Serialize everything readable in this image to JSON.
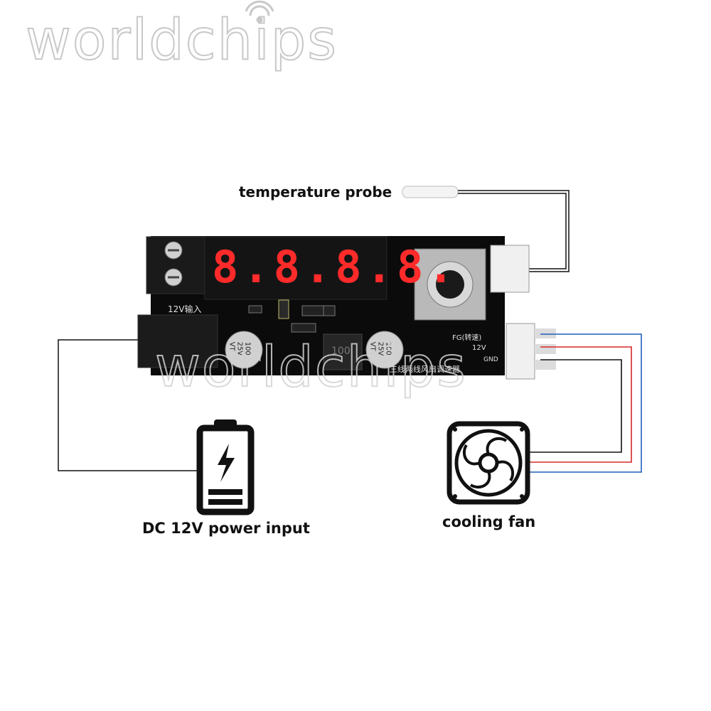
{
  "watermark": {
    "brand": "worldchips"
  },
  "labels": {
    "probe": "temperature probe",
    "power": "DC 12V power input",
    "fan": "cooling fan"
  },
  "board": {
    "display": "8.8.8.8.",
    "power_label": "12V输入",
    "fg_label": "FG(转速)",
    "v12_label": "12V",
    "gnd_label": "GND",
    "cap_left": [
      "100",
      "25V",
      "VT"
    ],
    "cap_right": [
      "100",
      "25V",
      "VT"
    ],
    "inductor": "100",
    "bottom_text": "三线两线风扇调速器"
  },
  "colors": {
    "wire_black": "#111111",
    "wire_red": "#d62828",
    "wire_blue": "#1f5fbf",
    "pcb": "#0a0a0a"
  }
}
